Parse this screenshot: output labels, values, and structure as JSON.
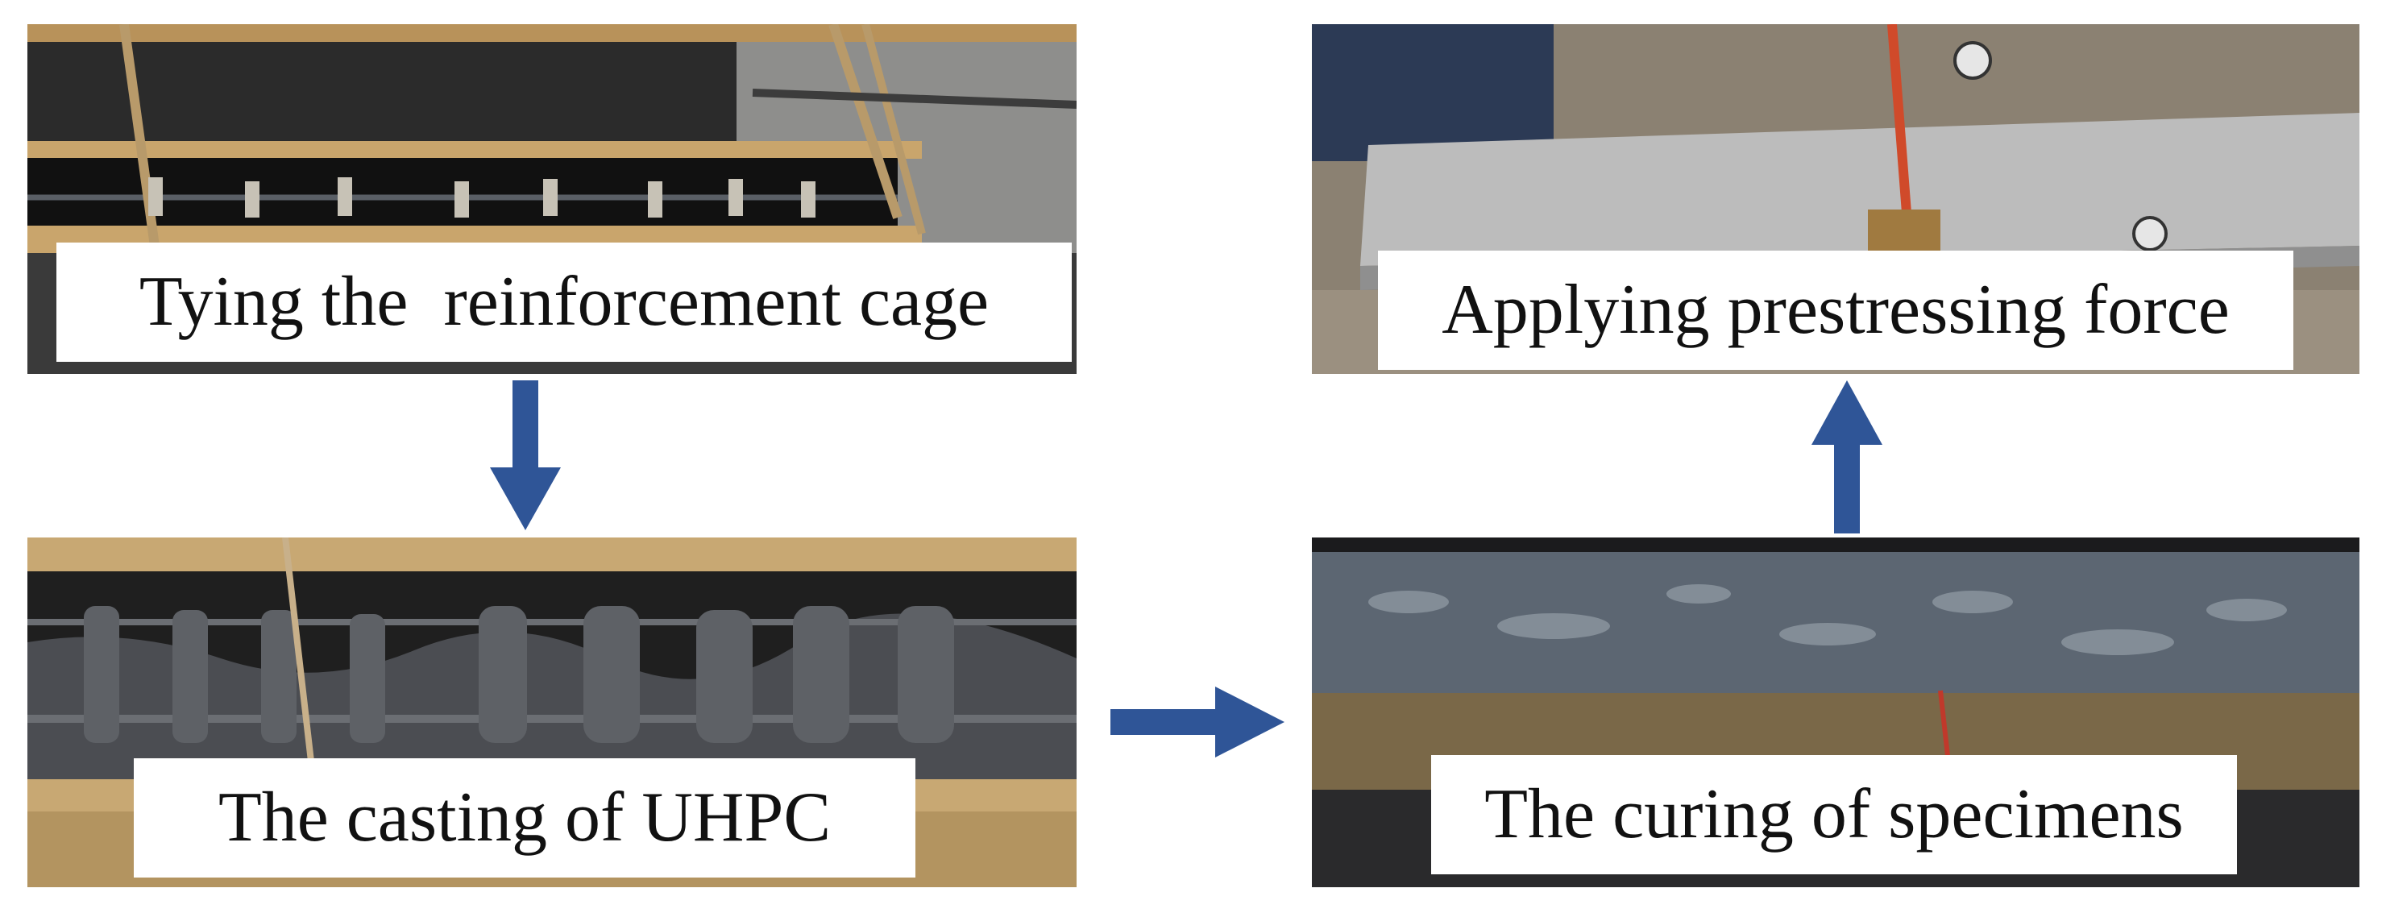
{
  "colors": {
    "arrow": "#2f5597",
    "label_background": "#ffffff",
    "label_text": "#111111"
  },
  "steps": [
    {
      "label": "Tying the  reinforcement cage",
      "icon": "formwork-rebar-photo"
    },
    {
      "label": "The casting of UHPC",
      "icon": "uhpc-casting-photo"
    },
    {
      "label": "The curing of specimens",
      "icon": "curing-specimen-photo"
    },
    {
      "label": "Applying prestressing force",
      "icon": "prestressing-beam-photo"
    }
  ],
  "arrows": [
    {
      "name": "arrow-down",
      "direction": "down"
    },
    {
      "name": "arrow-right",
      "direction": "right"
    },
    {
      "name": "arrow-up",
      "direction": "up"
    }
  ]
}
